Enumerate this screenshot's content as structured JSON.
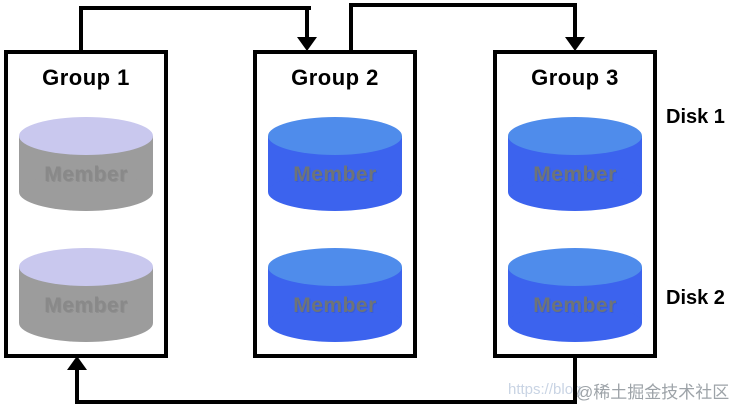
{
  "diagram": {
    "groups": [
      {
        "title": "Group 1",
        "disks": [
          {
            "label": "Member"
          },
          {
            "label": "Member"
          }
        ],
        "cylinder_body_color": "#9c9c9c",
        "cylinder_top_color": "#c9c8ee",
        "member_label_color": "#898989"
      },
      {
        "title": "Group 2",
        "disks": [
          {
            "label": "Member"
          },
          {
            "label": "Member"
          }
        ],
        "cylinder_body_color": "#3c63ee",
        "cylinder_top_color": "#4f8ceb",
        "member_label_color": "#6e7478"
      },
      {
        "title": "Group 3",
        "disks": [
          {
            "label": "Member"
          },
          {
            "label": "Member"
          }
        ],
        "cylinder_body_color": "#3c63ee",
        "cylinder_top_color": "#4f8ceb",
        "member_label_color": "#6e7478"
      }
    ],
    "row_labels": [
      {
        "label": "Disk 1"
      },
      {
        "label": "Disk 2"
      }
    ],
    "arrow_color": "#000000",
    "box_border_color": "#000000"
  },
  "watermark": {
    "url_text": "https://blog",
    "url_color": "#c9d4e4",
    "handle_text": "@稀土掘金技术社区",
    "handle_color": "#9da3a8"
  }
}
